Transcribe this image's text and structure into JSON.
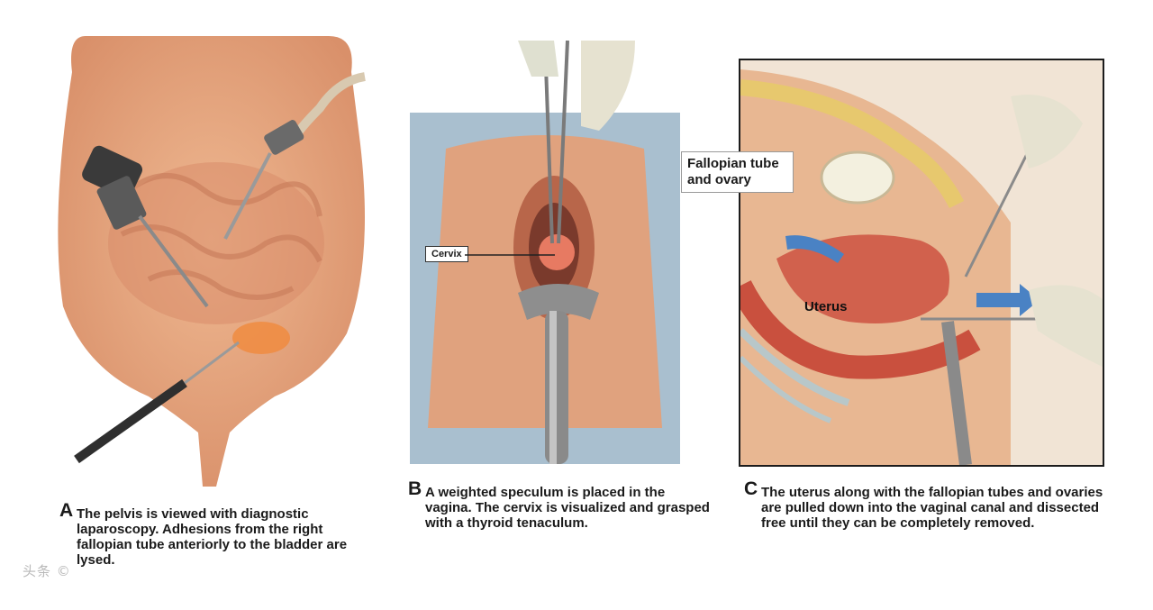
{
  "panels": {
    "a": {
      "letter": "A",
      "caption": "The pelvis is viewed with diagnostic laparoscopy. Adhesions from the right fallopian tube anteriorly to the bladder are lysed."
    },
    "b": {
      "letter": "B",
      "caption": "A weighted speculum is placed in the vagina. The cervix is visualized and grasped with a thyroid tenaculum.",
      "label_cervix": "Cervix"
    },
    "c": {
      "letter": "C",
      "caption": "The uterus along with the fallopian tubes and ovaries are pulled down into the vaginal canal and dissected free until they can be completely removed.",
      "label_fallopian": "Fallopian tube and ovary",
      "label_uterus": "Uterus"
    }
  },
  "watermark": "头条 ©",
  "colors": {
    "skin": "#e9ad86",
    "drape": "#a9bfcf",
    "arrow": "#4a82c4"
  }
}
